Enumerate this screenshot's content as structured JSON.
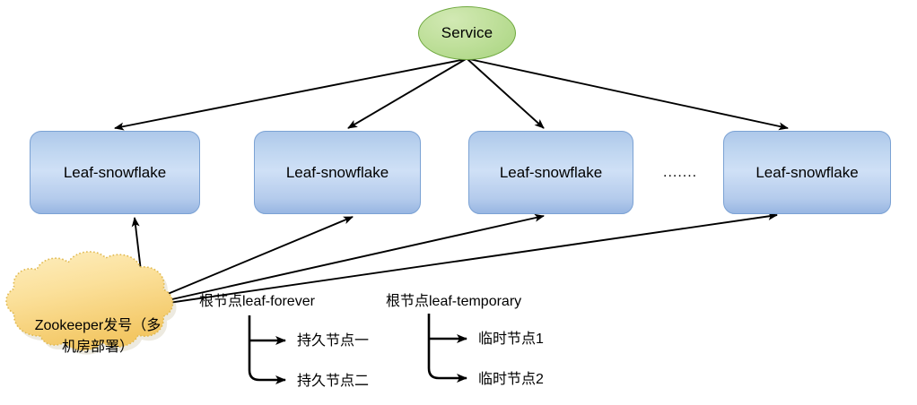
{
  "diagram": {
    "title_node": {
      "label": "Service",
      "shape": "ellipse",
      "color": "#b5dc92",
      "border_color": "#6fa83f"
    },
    "leaf_nodes": [
      {
        "label": "Leaf-snowflake"
      },
      {
        "label": "Leaf-snowflake"
      },
      {
        "label": "Leaf-snowflake"
      },
      {
        "label": "Leaf-snowflake"
      }
    ],
    "ellipsis": ".......",
    "zookeeper": {
      "label": "Zookeeper发号（多机房部署）",
      "line1": "Zookeeper发号（多",
      "line2": "机房部署）",
      "shape": "cloud",
      "color": "#f8d77e",
      "border_color": "#e3b95c"
    },
    "trees": [
      {
        "root_label": "根节点leaf-forever",
        "children": [
          "持久节点一",
          "持久节点二"
        ]
      },
      {
        "root_label": "根节点leaf-temporary",
        "children": [
          "临时节点1",
          "临时节点2"
        ]
      }
    ],
    "colors": {
      "leaf_box_fill": "#bed5f0",
      "leaf_box_border": "#7ba2d4",
      "arrow": "#000000",
      "background": "#ffffff"
    }
  }
}
